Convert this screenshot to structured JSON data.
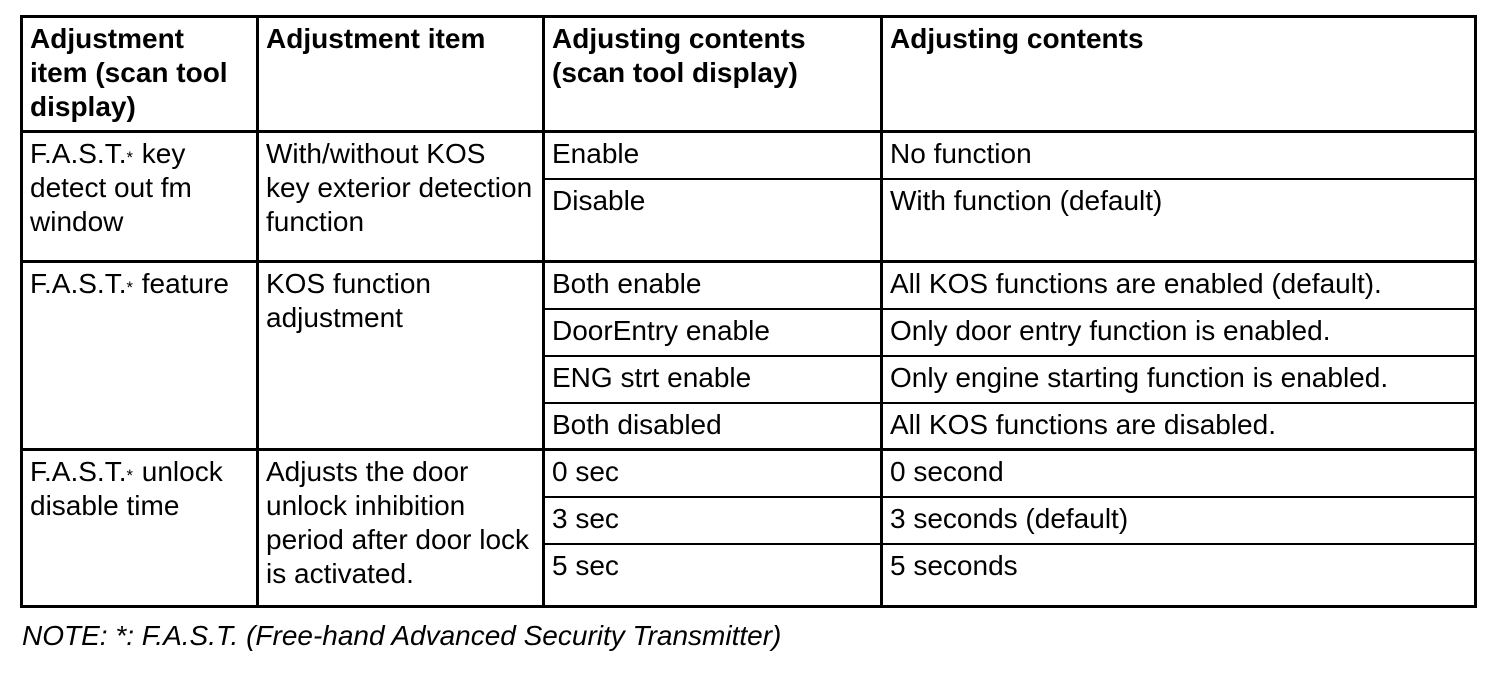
{
  "page": {
    "colors": {
      "background": "#ffffff",
      "text": "#000000",
      "border": "#000000"
    }
  },
  "table": {
    "headers": [
      "Adjustment item (scan tool display)",
      "Adjustment item",
      "Adjusting contents (scan tool display)",
      "Adjusting contents"
    ],
    "groups": [
      {
        "item_scan": {
          "pre": "F.A.S.T.",
          "sup": "*",
          "post": " key detect out fm window"
        },
        "item": "With/without KOS key exterior detection function",
        "rows": [
          {
            "scan": "Enable",
            "content": "No function"
          },
          {
            "scan": "Disable",
            "content": "With function (default)"
          }
        ]
      },
      {
        "item_scan": {
          "pre": "F.A.S.T.",
          "sup": "*",
          "post": " feature"
        },
        "item": "KOS function adjustment",
        "rows": [
          {
            "scan": "Both enable",
            "content": "All KOS functions are enabled (default)."
          },
          {
            "scan": "DoorEntry enable",
            "content": "Only door entry function is enabled."
          },
          {
            "scan": "ENG strt enable",
            "content": "Only engine starting function is enabled."
          },
          {
            "scan": "Both disabled",
            "content": "All KOS functions are disabled."
          }
        ]
      },
      {
        "item_scan": {
          "pre": "F.A.S.T.",
          "sup": "*",
          "post": " unlock disable time"
        },
        "item": "Adjusts the door unlock inhibition period after door lock is activated.",
        "rows": [
          {
            "scan": "0 sec",
            "content": "0 second"
          },
          {
            "scan": "3 sec",
            "content": "3 seconds (default)"
          },
          {
            "scan": "5 sec",
            "content": "5 seconds"
          }
        ]
      }
    ]
  },
  "note": "NOTE: *: F.A.S.T. (Free-hand Advanced Security Transmitter)"
}
